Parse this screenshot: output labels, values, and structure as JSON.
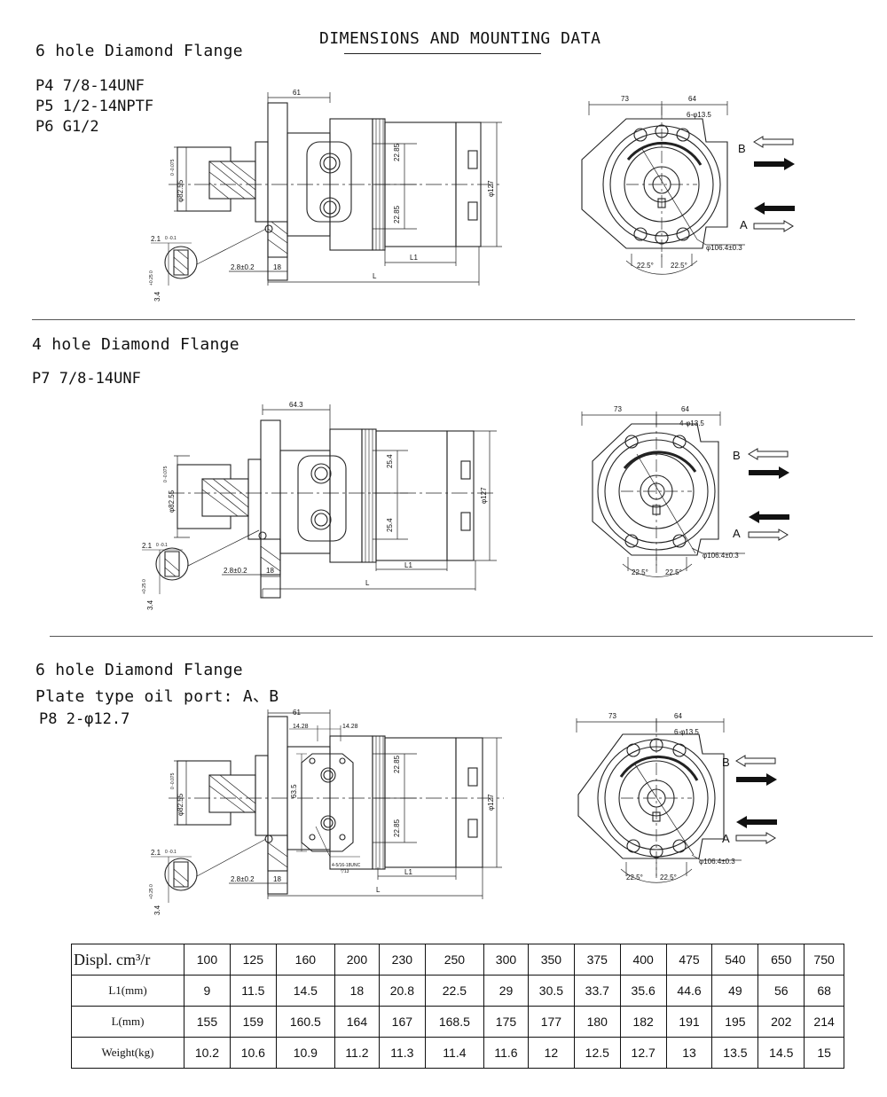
{
  "title": "DIMENSIONS AND MOUNTING DATA",
  "sections": [
    {
      "heading_lines": [
        "6 hole Diamond Flange"
      ],
      "ports": [
        "P4 7/8-14UNF",
        "P5 1/2-14NPTF",
        "P6 G1/2"
      ],
      "side": {
        "flange_w": "61",
        "port_a": "22.85",
        "port_b": "22.85",
        "shaft": "φ82.55",
        "shaft_tol": "0 -0.075",
        "dia": "φ127",
        "l1": "L1",
        "l": "L",
        "d1": "2.8±0.2",
        "d2": "18",
        "key_w": "2.1",
        "key_w_tol": "0 -0.1",
        "key_h": "3.4",
        "key_h_tol": "+0.25 0"
      },
      "front": {
        "d1": "73",
        "d2": "64",
        "holes": "6-φ13.5",
        "bolt_circle": "φ106.4±0.3",
        "ang1": "22.5°",
        "ang2": "22.5°",
        "port_b": "B",
        "port_a": "A"
      }
    },
    {
      "heading_lines": [
        "4 hole Diamond Flange"
      ],
      "ports": [
        "P7 7/8-14UNF"
      ],
      "side": {
        "flange_w": "64.3",
        "port_a": "25.4",
        "port_b": "25.4",
        "shaft": "φ82.55",
        "shaft_tol": "0 -0.075",
        "dia": "φ127",
        "l1": "L1",
        "l": "L",
        "d1": "2.8±0.2",
        "d2": "18",
        "key_w": "2.1",
        "key_w_tol": "0 -0.1",
        "key_h": "3.4",
        "key_h_tol": "+0.25 0"
      },
      "front": {
        "d1": "73",
        "d2": "64",
        "holes": "4-φ13.5",
        "bolt_circle": "φ106.4±0.3",
        "ang1": "22.5°",
        "ang2": "22.5°",
        "port_b": "B",
        "port_a": "A"
      }
    },
    {
      "heading_lines": [
        "6 hole Diamond Flange",
        "Plate type oil port: A、B"
      ],
      "ports": [
        "P8 2-φ12.7"
      ],
      "side": {
        "flange_w": "61",
        "sub_a": "14.28",
        "sub_b": "14.28",
        "plate_h": "63.5",
        "thread": "4-5/16-18UNC",
        "thread_depth": "▽13",
        "port_a": "22.85",
        "port_b": "22.85",
        "shaft": "φ82.55",
        "shaft_tol": "0 -0.075",
        "dia": "φ127",
        "l1": "L1",
        "l": "L",
        "d1": "2.8±0.2",
        "d2": "18",
        "key_w": "2.1",
        "key_w_tol": "0 -0.1",
        "key_h": "3.4",
        "key_h_tol": "+0.25 0"
      },
      "front": {
        "d1": "73",
        "d2": "64",
        "holes": "6-φ13.5",
        "bolt_circle": "φ106.4±0.3",
        "ang1": "22.5°",
        "ang2": "22.5°",
        "port_b": "B",
        "port_a": "A"
      }
    }
  ],
  "table": {
    "rows": [
      {
        "label": "Displ. cm³/r",
        "values": [
          "100",
          "125",
          "160",
          "200",
          "230",
          "250",
          "300",
          "350",
          "375",
          "400",
          "475",
          "540",
          "650",
          "750"
        ]
      },
      {
        "label": "L1(mm)",
        "values": [
          "9",
          "11.5",
          "14.5",
          "18",
          "20.8",
          "22.5",
          "29",
          "30.5",
          "33.7",
          "35.6",
          "44.6",
          "49",
          "56",
          "68"
        ]
      },
      {
        "label": "L(mm)",
        "values": [
          "155",
          "159",
          "160.5",
          "164",
          "167",
          "168.5",
          "175",
          "177",
          "180",
          "182",
          "191",
          "195",
          "202",
          "214"
        ]
      },
      {
        "label": "Weight(kg)",
        "values": [
          "10.2",
          "10.6",
          "10.9",
          "11.2",
          "11.3",
          "11.4",
          "11.6",
          "12",
          "12.5",
          "12.7",
          "13",
          "13.5",
          "14.5",
          "15"
        ]
      }
    ]
  }
}
